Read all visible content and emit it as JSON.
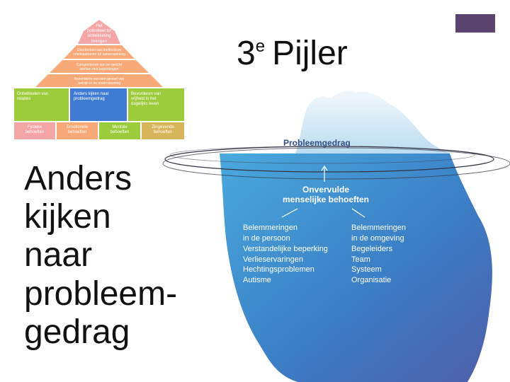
{
  "slide": {
    "title_number": "3",
    "title_superscript": "e",
    "title_word": "Pijler",
    "left_heading": [
      "Anders",
      "kijken",
      "naar",
      "probleem-",
      "gedrag"
    ]
  },
  "pyramid": {
    "apex": "Het\npotentieel tot\nontwikkeling\nbrengen",
    "level2": "Doorbreken van ineffectieve\nrelatiepatronen en samenwerking",
    "level3": "Compenseren van en gericht\nwerken met beperkingen",
    "level4": "Bevorderen van een gevoel van\nwelzijn in de ondersteuning",
    "row_left": "Ontwikkelen van\nrelaties",
    "row_middle": "Anders kijken naar\nprobleemgedrag",
    "row_right": "Bevorderen van\nvrijheid in het\ndagelijks leven",
    "base": [
      "Fysieke\nbehoeften",
      "Emotionele\nbehoeften",
      "Mentale\nbehoeften",
      "Zingevende\nbehoeften"
    ]
  },
  "iceberg": {
    "top_label": "Probleemgedrag",
    "middle_label_1": "Onvervulde",
    "middle_label_2": "menselijke behoeften",
    "left_header_1": "Belemmeringen",
    "left_header_2": "in de persoon",
    "left_items": [
      "Verstandelijke beperking",
      "Verlieservaringen",
      "Hechtingsproblemen",
      "Autisme"
    ],
    "right_header_1": "Belemmeringen",
    "right_header_2": "in de omgeving",
    "right_items": [
      "Begeleiders",
      "Team",
      "Systeem",
      "Organisatie"
    ]
  },
  "colors": {
    "accent_block": "#5b4470",
    "pyramid_pink": "#f4a6a6",
    "pyramid_orange": "#f7a978",
    "pyramid_green": "#9ccb3b",
    "pyramid_gold": "#d7b55a",
    "pyramid_blue": "#3f7bd2",
    "ice_top": "#cfe6f3",
    "ice_mid": "#3b8ed0",
    "ice_deep": "#4f5ea9"
  }
}
